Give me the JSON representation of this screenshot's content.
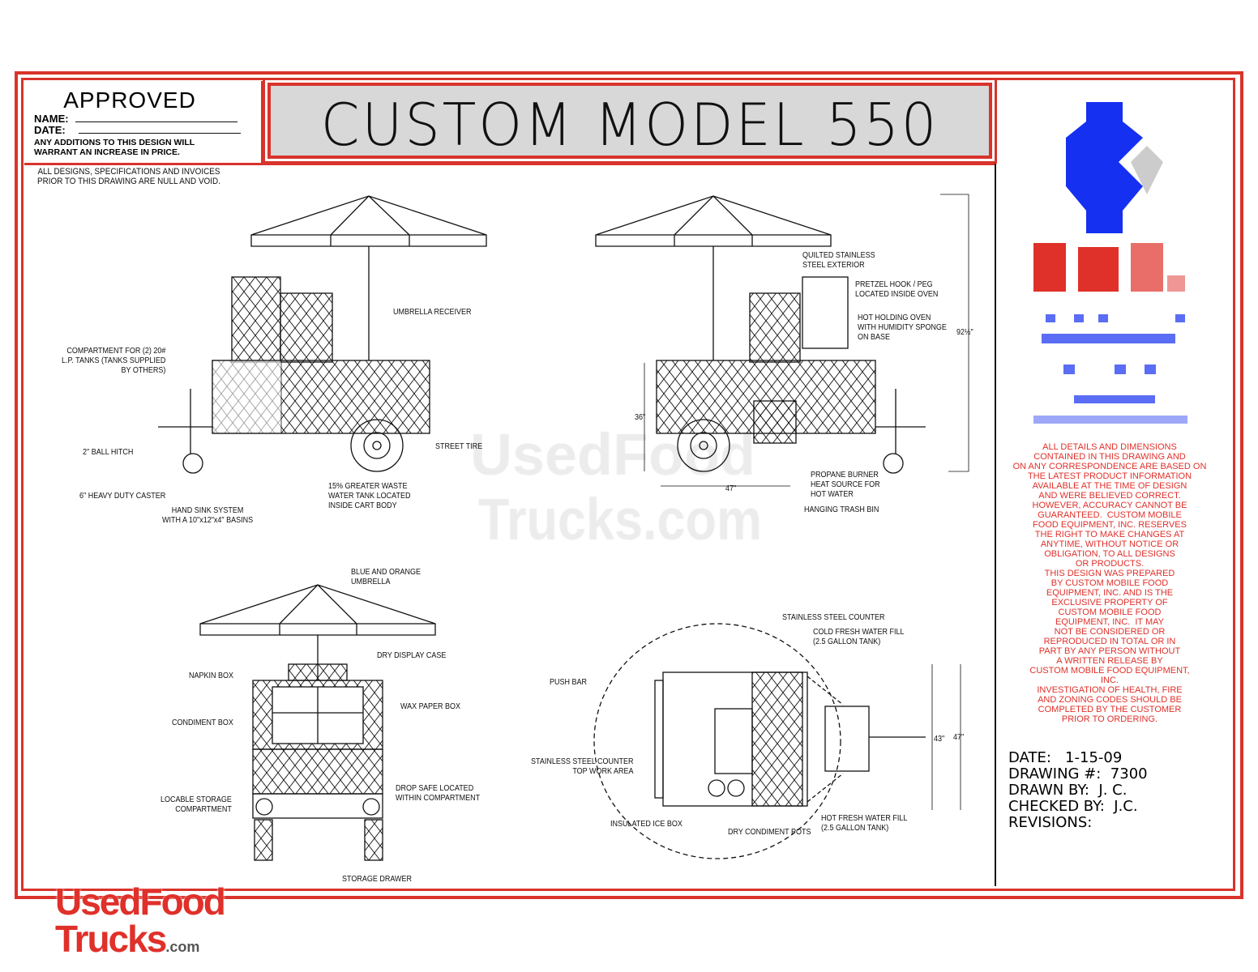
{
  "title": "CUSTOM MODEL 550",
  "approval": {
    "heading": "APPROVED",
    "name_label": "NAME:",
    "date_label": "DATE:",
    "note": "ANY ADDITIONS TO THIS DESIGN WILL\nWARRANT AN INCREASE IN PRICE.",
    "void_note": "ALL DESIGNS, SPECIFICATIONS AND INVOICES\nPRIOR TO THIS DRAWING ARE NULL AND VOID."
  },
  "side_view_1": {
    "umbrella_receiver": "UMBRELLA RECEIVER",
    "compartment": "COMPARTMENT FOR (2) 20#\nL.P. TANKS (TANKS SUPPLIED\nBY OTHERS)",
    "ball_hitch": "2\" BALL HITCH",
    "street_tire": "STREET TIRE",
    "caster": "6\" HEAVY DUTY CASTER",
    "waste_tank": "15% GREATER WASTE\nWATER TANK LOCATED\nINSIDE CART BODY",
    "hand_sink": "HAND SINK SYSTEM\nWITH A 10\"x12\"x4\" BASINS"
  },
  "side_view_2": {
    "quilted": "QUILTED STAINLESS\nSTEEL EXTERIOR",
    "pretzel": "PRETZEL HOOK / PEG\nLOCATED INSIDE OVEN",
    "oven": "HOT HOLDING OVEN\nWITH HUMIDITY SPONGE\nON BASE",
    "height": "92½\"",
    "deck_height": "36\"",
    "width": "47\"",
    "propane": "PROPANE BURNER\nHEAT SOURCE FOR\nHOT WATER",
    "trash": "HANGING TRASH BIN"
  },
  "front_view": {
    "umbrella": "BLUE AND ORANGE\nUMBRELLA",
    "display": "DRY DISPLAY CASE",
    "napkin": "NAPKIN BOX",
    "wax": "WAX PAPER BOX",
    "condiment": "CONDIMENT BOX",
    "storage": "LOCABLE STORAGE\nCOMPARTMENT",
    "safe": "DROP SAFE LOCATED\nWITHIN COMPARTMENT",
    "drawer": "STORAGE DRAWER"
  },
  "top_view": {
    "counter": "STAINLESS STEEL COUNTER",
    "cold_fill": "COLD FRESH WATER FILL\n(2.5 GALLON TANK)",
    "push_bar": "PUSH BAR",
    "work_area": "STAINLESS STEEL COUNTER\nTOP WORK AREA",
    "dim_a": "43\"",
    "dim_b": "47\"",
    "ice_box": "INSULATED ICE BOX",
    "pots": "DRY CONDIMENT POTS",
    "hot_fill": "HOT FRESH WATER FILL\n(2.5 GALLON TANK)"
  },
  "disclaimer": "ALL DETAILS AND DIMENSIONS\nCONTAINED IN THIS DRAWING AND\nON ANY CORRESPONDENCE ARE BASED ON\nTHE LATEST PRODUCT INFORMATION\nAVAILABLE AT THE TIME OF DESIGN\nAND WERE BELIEVED CORRECT.\nHOWEVER, ACCURACY CANNOT BE\nGUARANTEED.  CUSTOM MOBILE\nFOOD EQUIPMENT, INC. RESERVES\nTHE RIGHT TO MAKE CHANGES AT\nANYTIME, WITHOUT NOTICE OR\nOBLIGATION, TO ALL DESIGNS\nOR PRODUCTS.\nTHIS DESIGN WAS PREPARED\nBY CUSTOM MOBILE FOOD\nEQUIPMENT, INC. AND IS THE\nEXCLUSIVE PROPERTY OF\nCUSTOM MOBILE FOOD\nEQUIPMENT, INC.  IT MAY\nNOT BE CONSIDERED OR\nREPRODUCED IN TOTAL OR IN\nPART BY ANY PERSON WITHOUT\nA WRITTEN RELEASE BY\nCUSTOM MOBILE FOOD EQUIPMENT,\nINC.\nINVESTIGATION OF HEALTH, FIRE\nAND ZONING CODES SHOULD BE\nCOMPLETED BY THE CUSTOMER\nPRIOR TO ORDERING.",
  "title_block": "DATE:   1-15-09\nDRAWING #:  7300\nDRAWN BY:  J. C.\nCHECKED BY:  J.C.\nREVISIONS:",
  "watermark": "UsedFood\nTrucks.com",
  "logo": {
    "main": "UsedFood\nTrucks",
    "suffix": ".com"
  },
  "colors": {
    "frame": "#d9332b",
    "title_bg": "#d8d8d8",
    "logo_blue": "#1530f0"
  }
}
